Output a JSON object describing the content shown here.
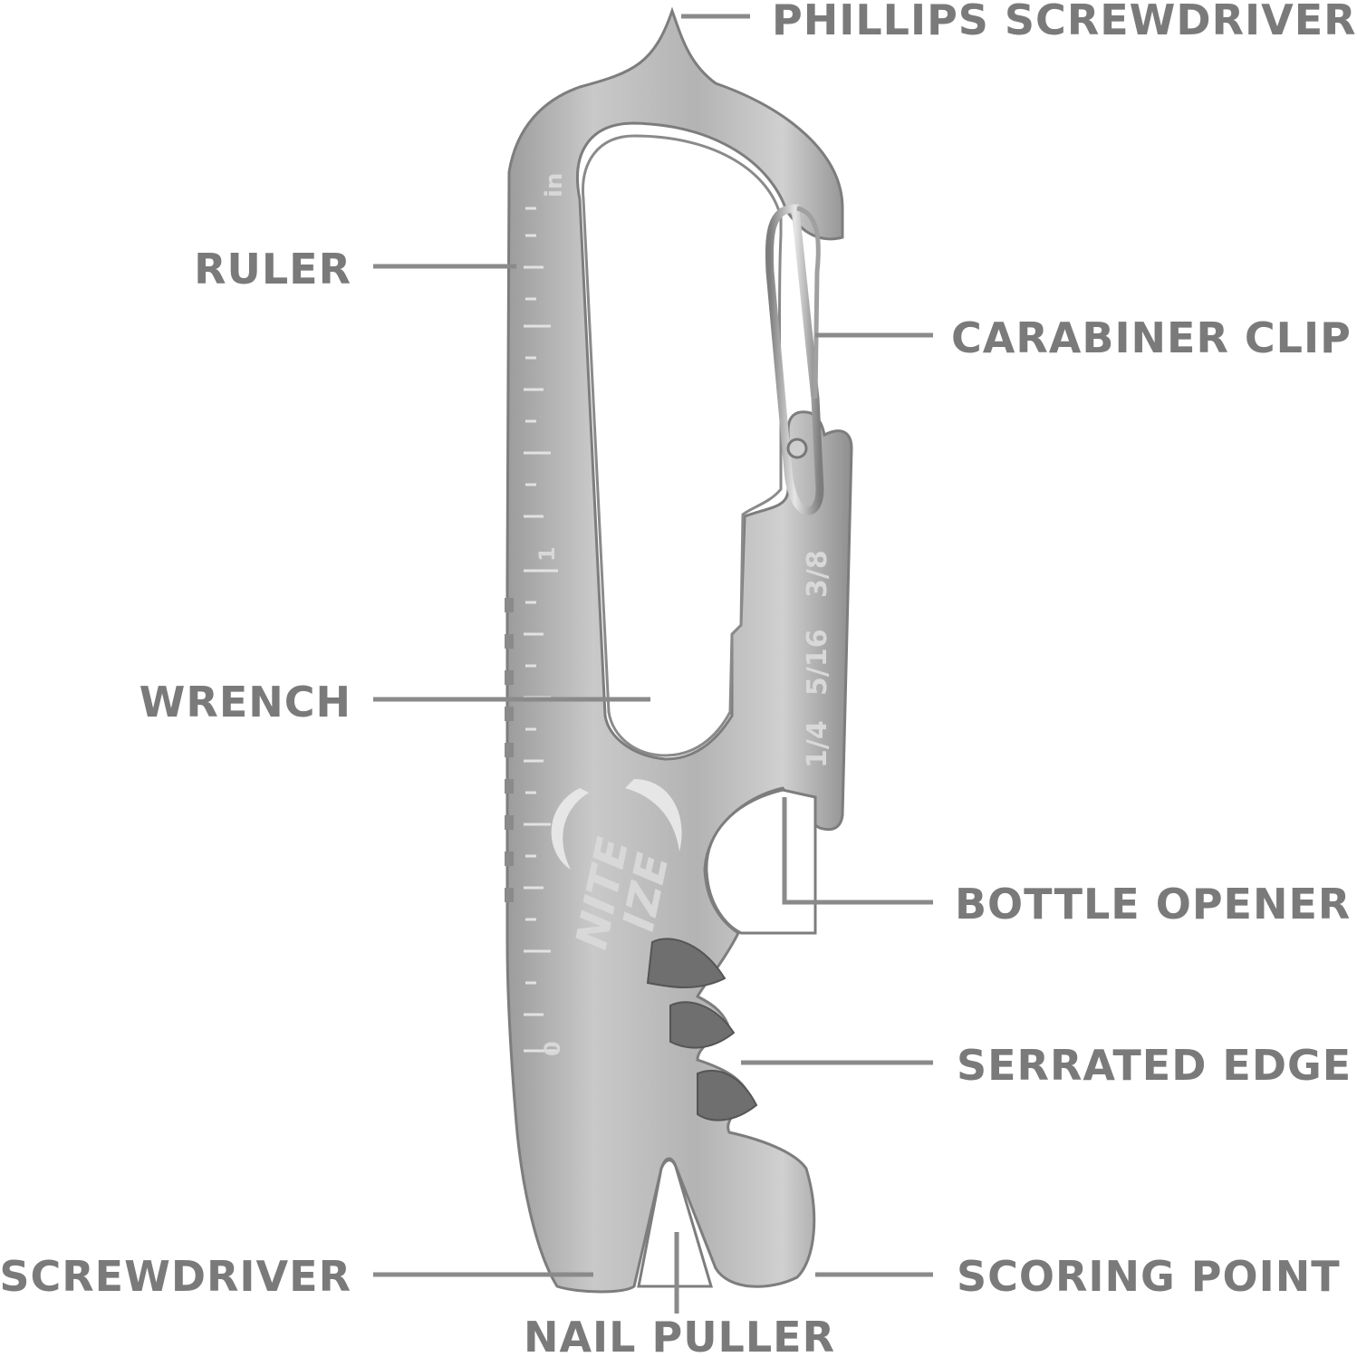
{
  "brand": {
    "logo_line1": "NITE",
    "logo_line2": "IZE"
  },
  "ruler": {
    "unit": "in",
    "mark_zero": "0",
    "mark_one": "1"
  },
  "wrench_sizes": [
    "3/8",
    "5/16",
    "1/4"
  ],
  "callouts": {
    "phillips": "PHILLIPS SCREWDRIVER",
    "ruler": "RULER",
    "carabiner": "CARABINER CLIP",
    "wrench": "WRENCH",
    "bottle": "BOTTLE OPENER",
    "serrated": "SERRATED EDGE",
    "screwdriver": "SCREWDRIVER",
    "scoring": "SCORING POINT",
    "nail": "NAIL PULLER"
  },
  "colors": {
    "label": "#7a7a7a",
    "leader": "#8a8a8a",
    "steel_light": "#d2d2d2",
    "steel_dark": "#8c8c8c"
  }
}
